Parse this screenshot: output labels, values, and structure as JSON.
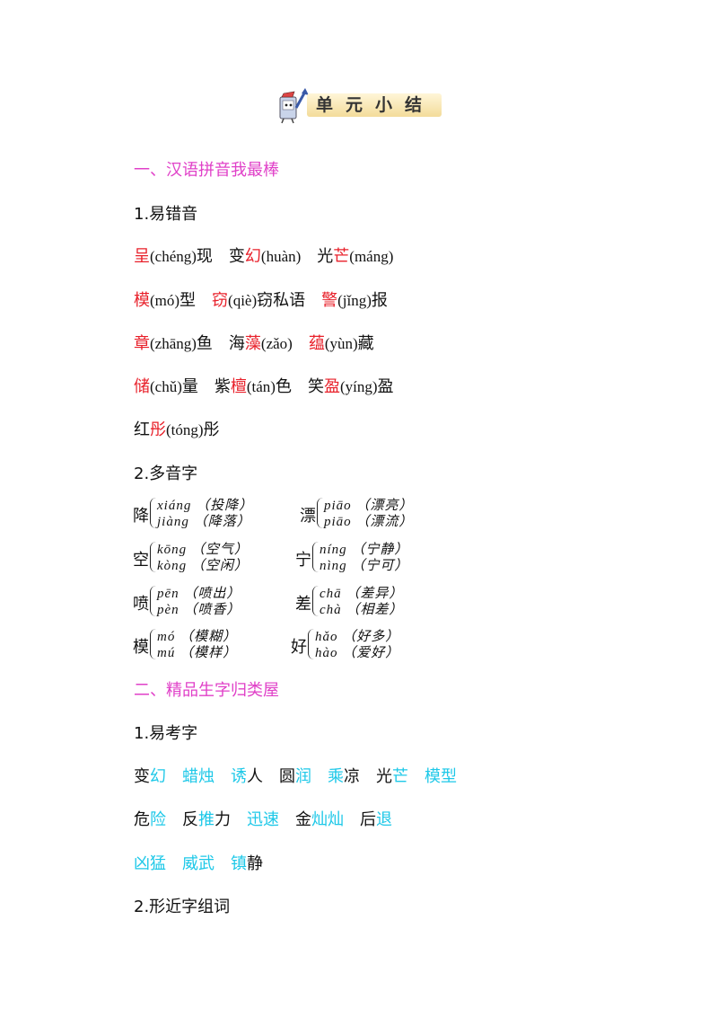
{
  "banner": {
    "title": "单元小结"
  },
  "section1": {
    "title": "一、汉语拼音我最棒"
  },
  "sub1": "1.易错音",
  "errs": [
    [
      {
        "r": "呈",
        "p": "(chéng)",
        "a": "现"
      },
      {
        "b": "变",
        "r": "幻",
        "p": "(huàn)"
      },
      {
        "b": "光",
        "r": "芒",
        "p": "(máng)"
      }
    ],
    [
      {
        "r": "模",
        "p": "(mó)",
        "a": "型"
      },
      {
        "r": "窃",
        "p": "(qiè)",
        "a": "窃私语"
      },
      {
        "r": "警",
        "p": "(jǐng)",
        "a": "报"
      }
    ],
    [
      {
        "r": "章",
        "p": "(zhāng)",
        "a": "鱼"
      },
      {
        "b": "海",
        "r": "藻",
        "p": "(zǎo)"
      },
      {
        "r": "蕴",
        "p": "(yùn)",
        "a": "藏"
      }
    ],
    [
      {
        "r": "储",
        "p": "(chǔ)",
        "a": "量"
      },
      {
        "b": "紫",
        "r": "檀",
        "p": "(tán)",
        "a": "色"
      },
      {
        "b": "笑",
        "r": "盈",
        "p": "(yíng)",
        "a": "盈"
      }
    ],
    [
      {
        "b": "红",
        "r": "彤",
        "p": "(tóng)",
        "a": "彤"
      }
    ]
  ],
  "sub2": "2.多音字",
  "poly": [
    {
      "ch": "降",
      "l1": "xiáng （投降）",
      "l2": "jiàng （降落）"
    },
    {
      "ch": "漂",
      "l1": "piāo （漂亮）",
      "l2": "piāo （漂流）"
    },
    {
      "ch": "空",
      "l1": "kōng （空气）",
      "l2": "kòng （空闲）"
    },
    {
      "ch": "宁",
      "l1": "níng （宁静）",
      "l2": "nìng （宁可）"
    },
    {
      "ch": "喷",
      "l1": "pēn （喷出）",
      "l2": "pèn （喷香）"
    },
    {
      "ch": "差",
      "l1": "chā （差异）",
      "l2": "chà （相差）"
    },
    {
      "ch": "模",
      "l1": "mó （模糊）",
      "l2": "mú （模样）"
    },
    {
      "ch": "好",
      "l1": "hǎo （好多）",
      "l2": "hào （爱好）"
    }
  ],
  "section2": {
    "title": "二、精品生字归类屋"
  },
  "sub3": "1.易考字",
  "words": [
    [
      {
        "b": "变",
        "c": "幻"
      },
      {
        "c": "蜡烛"
      },
      {
        "c": "诱",
        "a": "人"
      },
      {
        "b": "圆",
        "c": "润"
      },
      {
        "c": "乘",
        "a": "凉"
      },
      {
        "b": "光",
        "c": "芒"
      },
      {
        "c": "模型"
      }
    ],
    [
      {
        "b": "危",
        "c": "险"
      },
      {
        "b": "反",
        "c": "推",
        "a": "力"
      },
      {
        "c": "迅速"
      },
      {
        "b": "金",
        "c": "灿灿"
      },
      {
        "b": "后",
        "c": "退"
      }
    ],
    [
      {
        "c": "凶猛"
      },
      {
        "c": "威武"
      },
      {
        "c": "镇",
        "a": "静"
      }
    ]
  ],
  "sub4": "2.形近字组词"
}
